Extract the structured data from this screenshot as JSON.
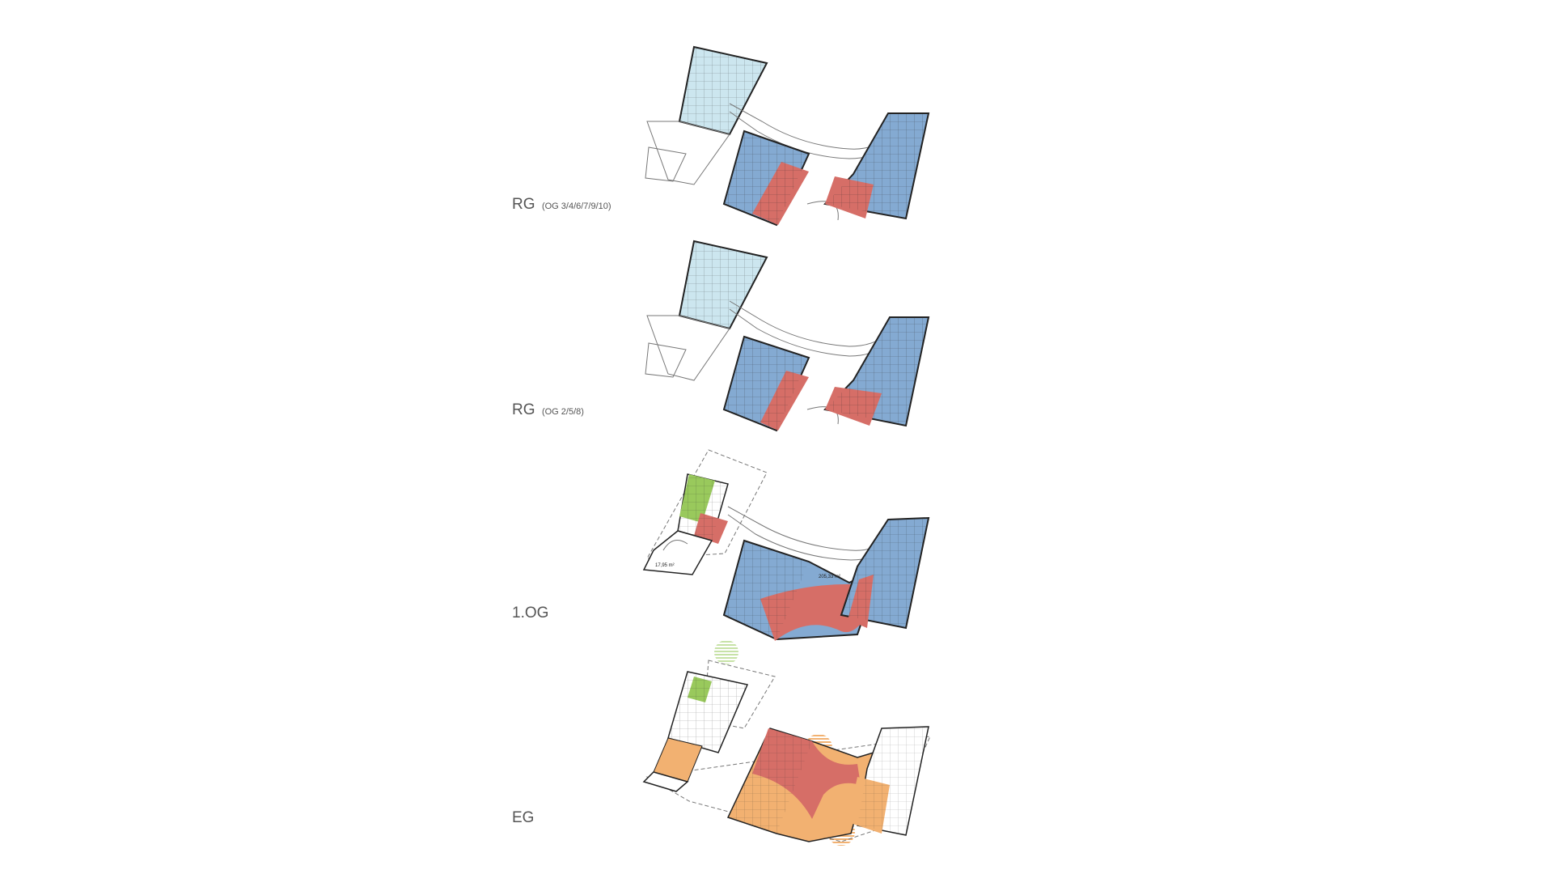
{
  "colors": {
    "light_blue": "#cce6ef",
    "blue": "#84aad2",
    "red": "#d66e67",
    "green": "#99c95c",
    "orange": "#f2b171",
    "outline": "#222222"
  },
  "levels": [
    {
      "key": "rg_a",
      "main": "RG",
      "sub": "(OG 3/4/6/7/9/10)"
    },
    {
      "key": "rg_b",
      "main": "RG",
      "sub": "(OG 2/5/8)"
    },
    {
      "key": "og1",
      "main": "1.OG",
      "sub": ""
    },
    {
      "key": "eg",
      "main": "EG",
      "sub": ""
    }
  ],
  "area_labels": {
    "og1_left": "17,95 m²",
    "og1_center": "205,33 m²"
  }
}
